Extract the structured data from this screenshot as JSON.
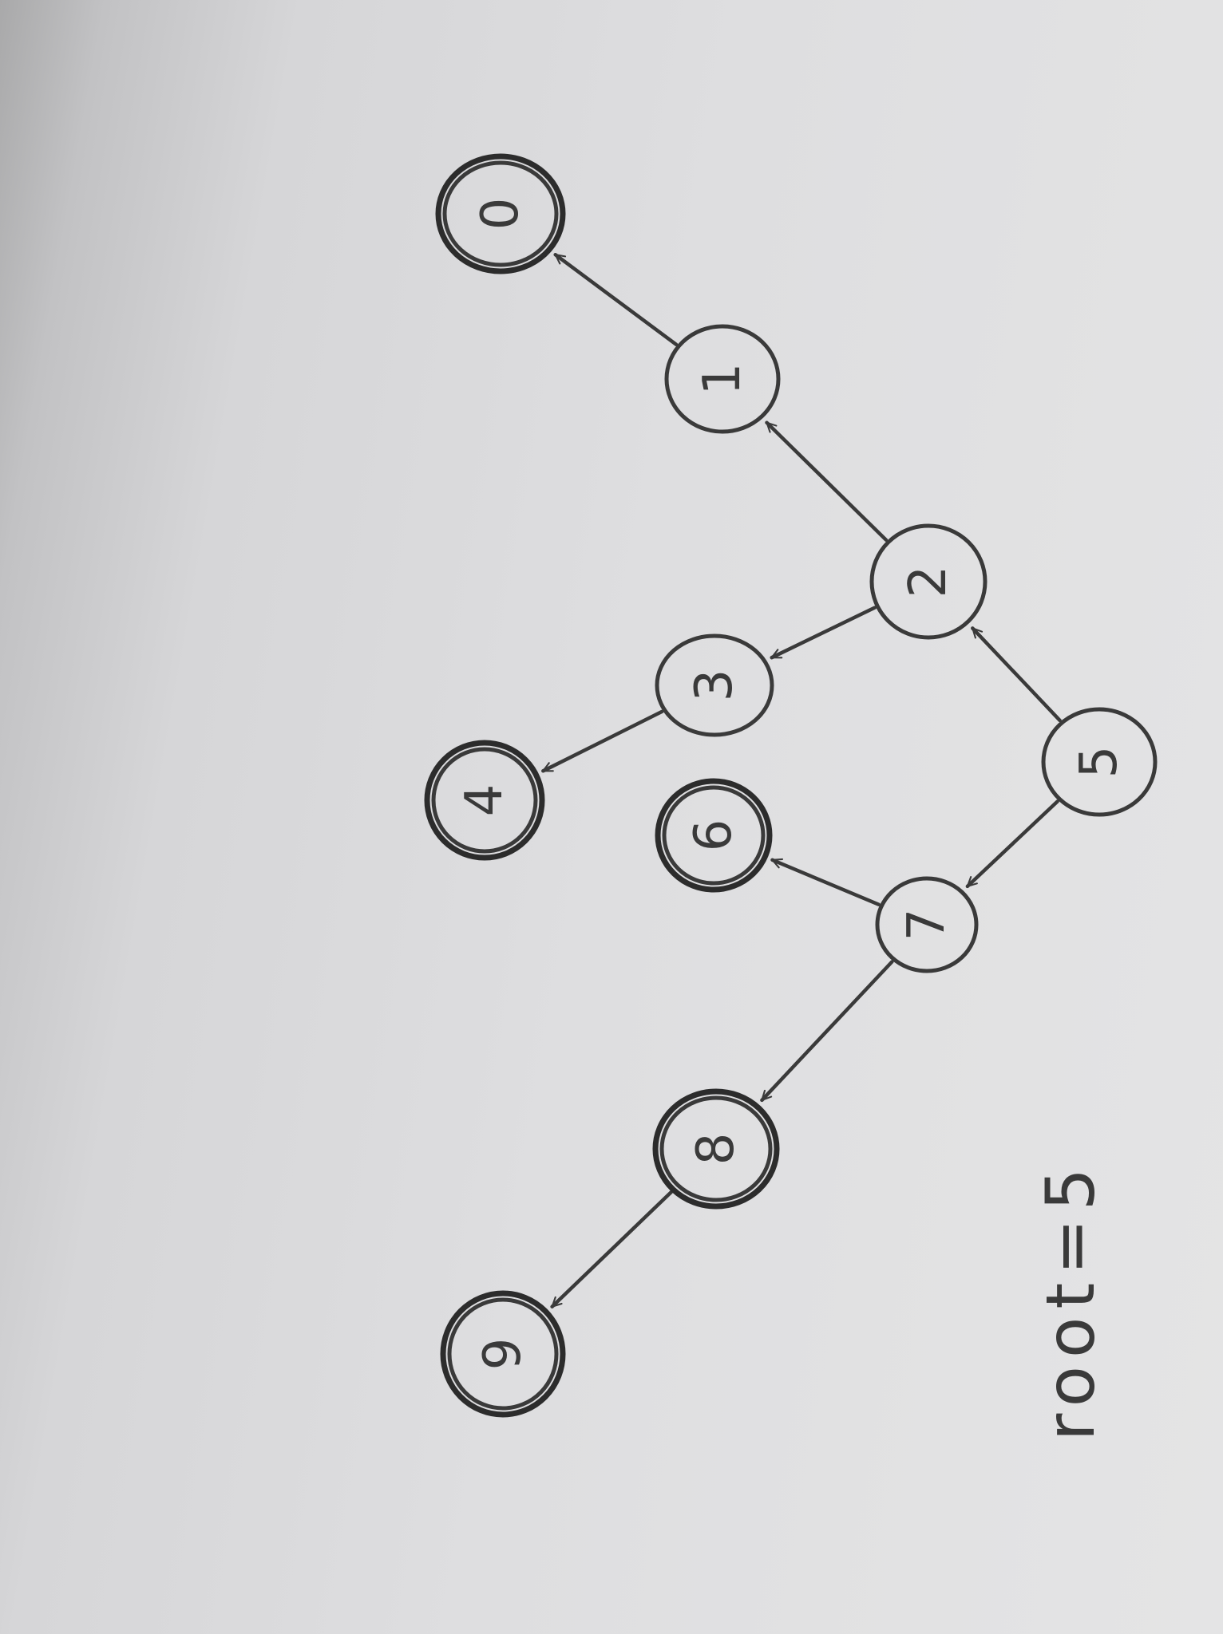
{
  "diagram": {
    "nodes": [
      {
        "id": "n0",
        "label": "0",
        "bold": true
      },
      {
        "id": "n1",
        "label": "1",
        "bold": false
      },
      {
        "id": "n2",
        "label": "2",
        "bold": false
      },
      {
        "id": "n3",
        "label": "3",
        "bold": false
      },
      {
        "id": "n4",
        "label": "4",
        "bold": true
      },
      {
        "id": "n5",
        "label": "5",
        "bold": false
      },
      {
        "id": "n6",
        "label": "6",
        "bold": true
      },
      {
        "id": "n7",
        "label": "7",
        "bold": false
      },
      {
        "id": "n8",
        "label": "8",
        "bold": true
      },
      {
        "id": "n9",
        "label": "9",
        "bold": true
      }
    ],
    "edges": [
      {
        "from": "n5",
        "to": "n2"
      },
      {
        "from": "n5",
        "to": "n7"
      },
      {
        "from": "n2",
        "to": "n1"
      },
      {
        "from": "n1",
        "to": "n0"
      },
      {
        "from": "n2",
        "to": "n3"
      },
      {
        "from": "n3",
        "to": "n4"
      },
      {
        "from": "n7",
        "to": "n6"
      },
      {
        "from": "n7",
        "to": "n8"
      },
      {
        "from": "n8",
        "to": "n9"
      }
    ],
    "note": "root=5"
  }
}
